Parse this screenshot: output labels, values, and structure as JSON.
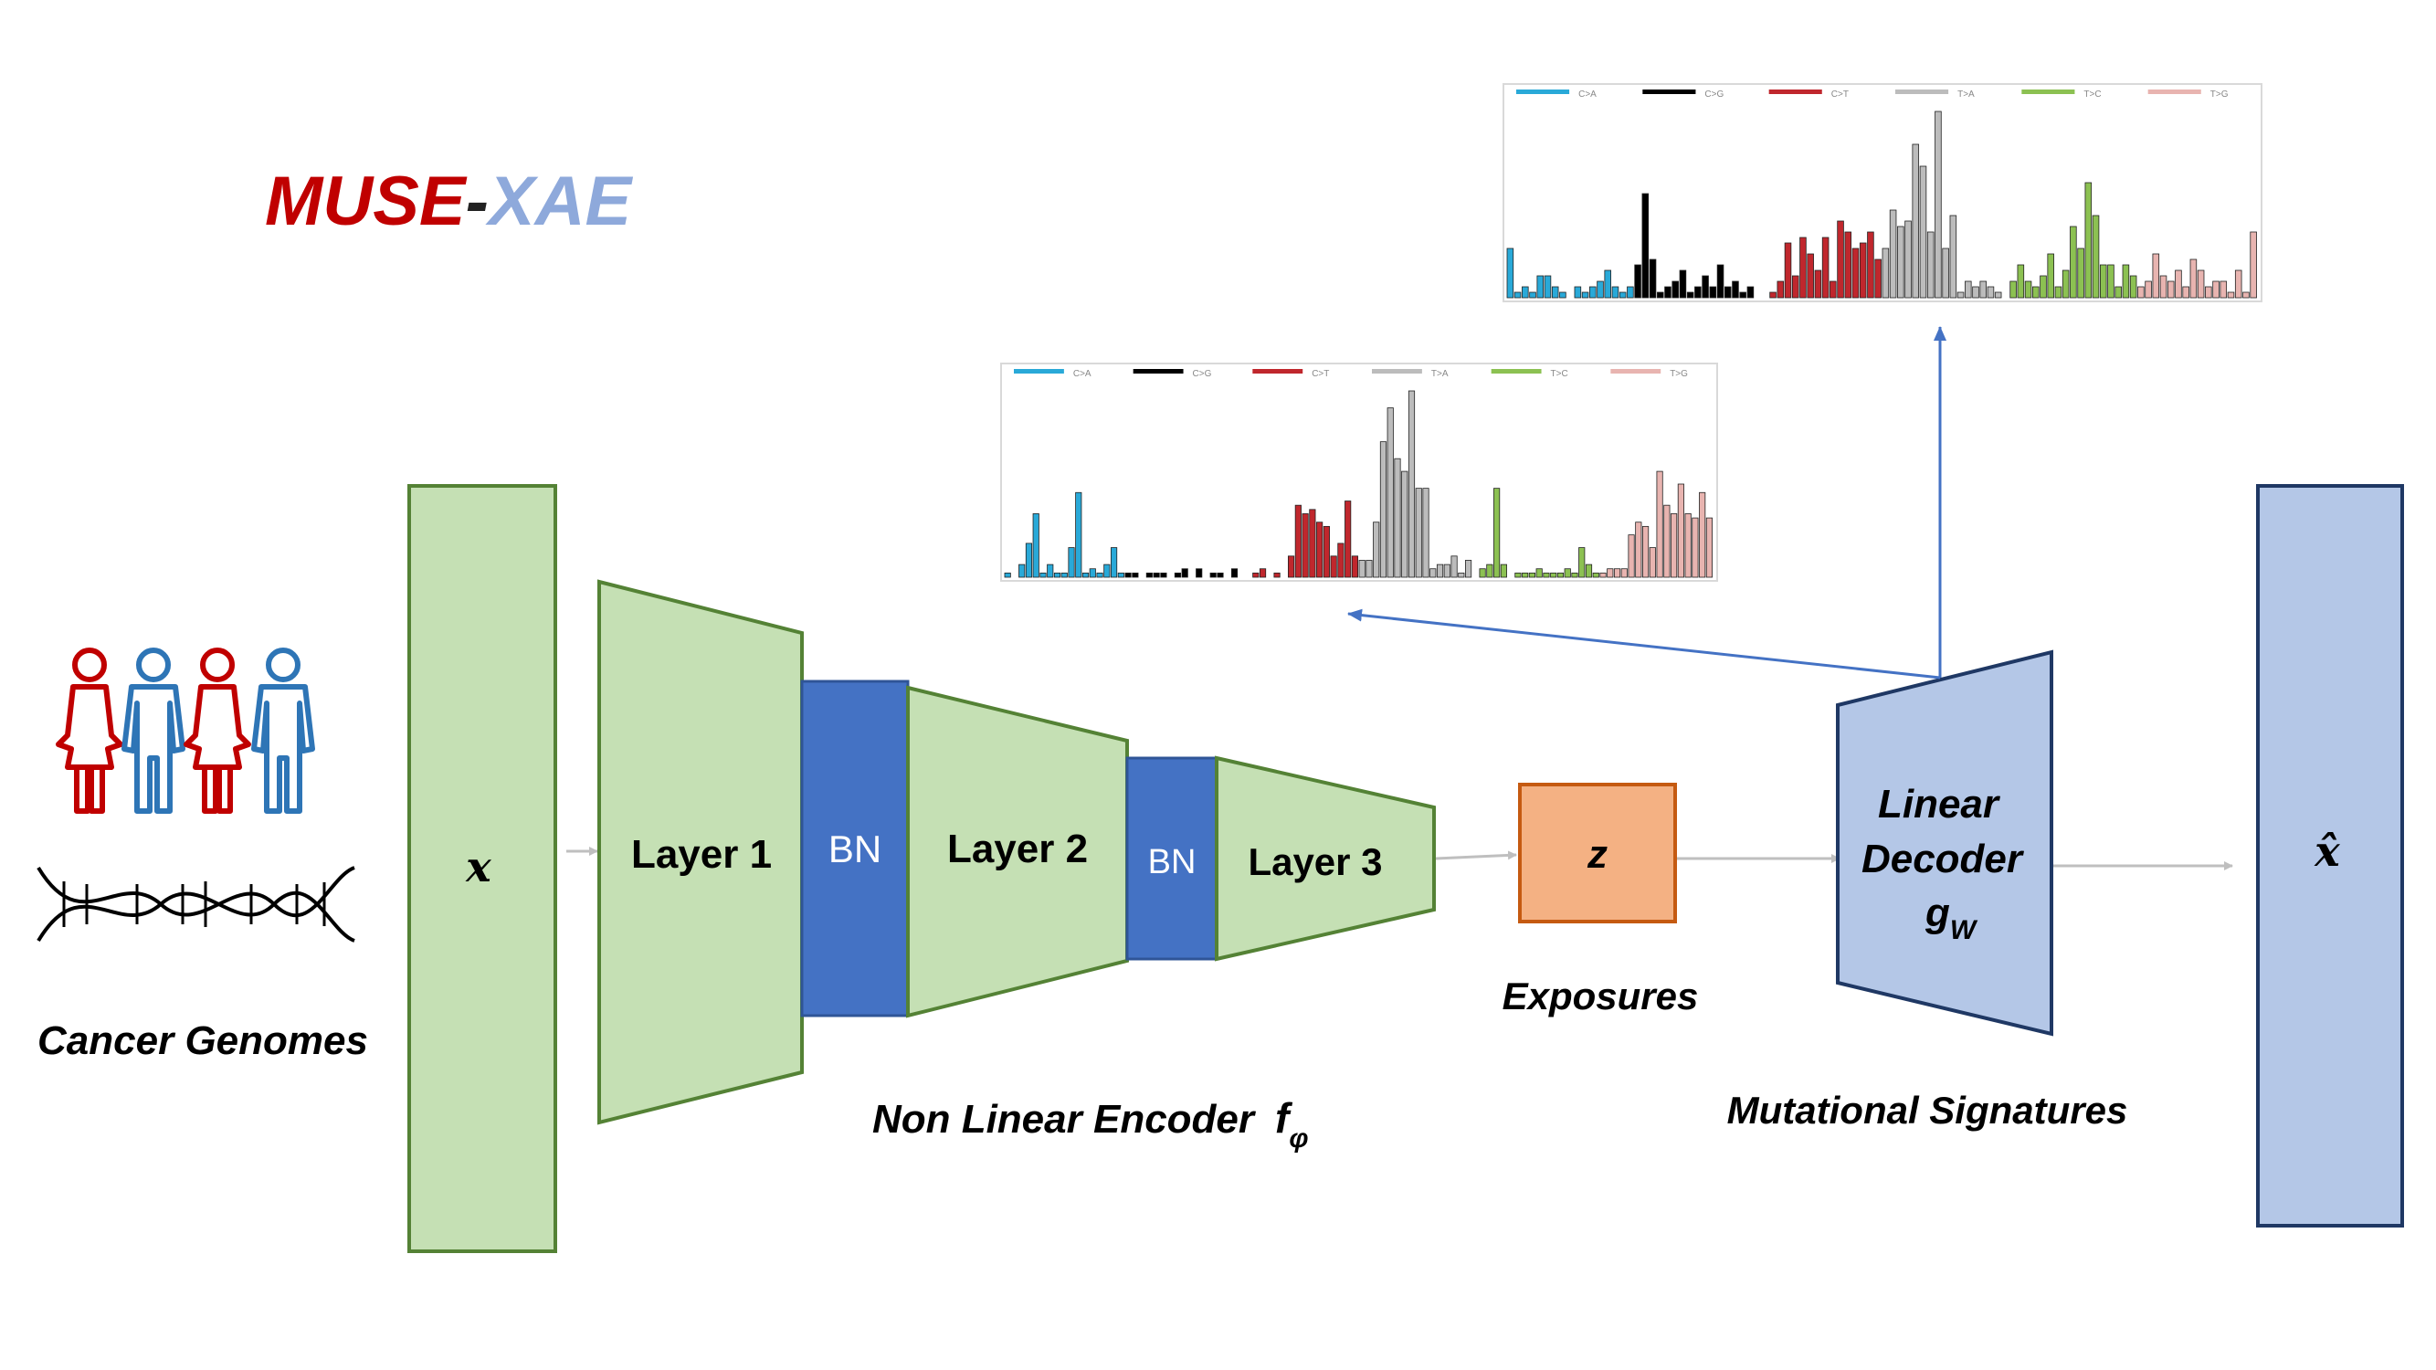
{
  "title": {
    "part1": "MUSE",
    "sep": "-",
    "part2": "XAE"
  },
  "colors": {
    "title_red": "#c00000",
    "title_blue": "#8ea9db",
    "layer_fill": "#c5e0b4",
    "layer_stroke": "#548235",
    "bn_fill": "#4472c4",
    "bn_stroke": "#2f5597",
    "z_fill": "#f4b183",
    "z_stroke": "#c55a11",
    "decoder_fill": "#b4c7e7",
    "decoder_stroke": "#1f3864",
    "arrow_grey": "#bfbfbf",
    "arrow_blue": "#4472c4",
    "person_red": "#c00000",
    "person_blue": "#2e75b6"
  },
  "input": {
    "symbol": "x",
    "caption": "Cancer Genomes"
  },
  "encoder": {
    "layers": [
      "Layer 1",
      "Layer 2",
      "Layer 3"
    ],
    "bn": [
      "BN",
      "BN"
    ],
    "caption": "Non Linear Encoder",
    "caption_symbol": "f",
    "caption_sub": "φ"
  },
  "latent": {
    "symbol": "z",
    "caption": "Exposures"
  },
  "decoder": {
    "line1": "Linear",
    "line2": "Decoder",
    "symbol": "g",
    "sub": "W",
    "caption": "Mutational Signatures"
  },
  "output": {
    "symbol": "x̂"
  },
  "icons": [
    "person-female-icon",
    "person-male-icon",
    "person-female-icon",
    "person-male-icon",
    "dna-helix-icon"
  ],
  "chart_data": [
    {
      "type": "bar",
      "legend": [
        "C>A",
        "C>G",
        "C>T",
        "T>A",
        "T>C",
        "T>G"
      ],
      "legend_colors": [
        "#29a9d8",
        "#000000",
        "#c0272d",
        "#bcbcbc",
        "#8cc152",
        "#e8b4b0"
      ],
      "values": [
        9,
        1,
        2,
        1,
        4,
        4,
        2,
        1,
        0,
        2,
        1,
        2,
        3,
        5,
        2,
        1,
        2,
        6,
        19,
        7,
        1,
        2,
        3,
        5,
        1,
        2,
        4,
        2,
        6,
        2,
        3,
        1,
        2,
        0,
        0,
        1,
        3,
        10,
        4,
        11,
        8,
        5,
        11,
        3,
        14,
        12,
        9,
        10,
        12,
        7,
        9,
        16,
        13,
        14,
        28,
        24,
        12,
        34,
        9,
        15,
        1,
        3,
        2,
        3,
        2,
        1,
        0,
        3,
        6,
        3,
        2,
        4,
        8,
        2,
        5,
        13,
        9,
        21,
        15,
        6,
        6,
        2,
        6,
        4,
        2,
        3,
        8,
        4,
        3,
        5,
        2,
        7,
        5,
        2,
        3,
        3,
        1,
        5,
        1,
        12
      ]
    },
    {
      "type": "bar",
      "legend": [
        "C>A",
        "C>G",
        "C>T",
        "T>A",
        "T>C",
        "T>G"
      ],
      "legend_colors": [
        "#29a9d8",
        "#000000",
        "#c0272d",
        "#bcbcbc",
        "#8cc152",
        "#e8b4b0"
      ],
      "values": [
        1,
        0,
        3,
        8,
        15,
        1,
        3,
        1,
        1,
        7,
        20,
        1,
        2,
        1,
        3,
        7,
        1,
        1,
        1,
        0,
        1,
        1,
        1,
        0,
        1,
        2,
        0,
        2,
        0,
        1,
        1,
        0,
        2,
        0,
        0,
        1,
        2,
        0,
        1,
        0,
        5,
        17,
        15,
        16,
        13,
        12,
        5,
        8,
        18,
        5,
        4,
        4,
        13,
        32,
        40,
        28,
        25,
        44,
        21,
        21,
        2,
        3,
        3,
        5,
        1,
        4,
        0,
        2,
        3,
        21,
        3,
        0,
        1,
        1,
        1,
        2,
        1,
        1,
        1,
        2,
        1,
        7,
        3,
        1,
        1,
        2,
        2,
        2,
        10,
        13,
        12,
        7,
        25,
        17,
        15,
        22,
        15,
        14,
        20,
        14
      ]
    }
  ]
}
